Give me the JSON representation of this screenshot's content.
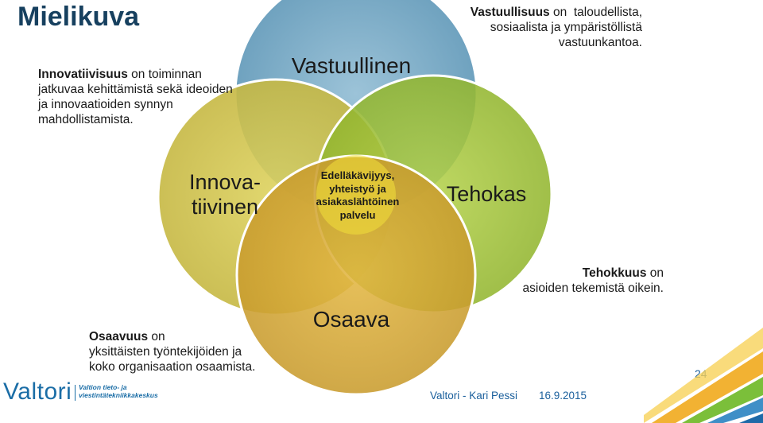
{
  "slide": {
    "title": "Mielikuva",
    "page_number": "24"
  },
  "circles": {
    "top": {
      "label": "Vastuullinen",
      "color": "#7faec8"
    },
    "left": {
      "label_line1": "Innova-",
      "label_line2": "tiivinen",
      "color": "#cfc24f"
    },
    "right": {
      "label": "Tehokas",
      "color": "#9fc23b"
    },
    "bottom": {
      "label": "Osaava",
      "color": "#d7a83a"
    },
    "center": {
      "line1": "Edelläkävijyys,",
      "line2": "yhteistyö ja",
      "line3": "asiakaslähtöinen",
      "line4": "palvelu"
    }
  },
  "notes": {
    "innovatiivisuus": {
      "term": "Innovatiivisuus",
      "text": " on toiminnan jatkuvaa kehittämistä sekä ideoiden ja innovaatioiden synnyn mahdollistamista."
    },
    "vastuullisuus": {
      "term": "Vastuullisuus",
      "text_line1": " on  taloudellista,",
      "text_line2": "sosiaalista ja ympäristöllistä",
      "text_line3": "vastuunkantoa."
    },
    "tehokkuus": {
      "term": "Tehokkuus",
      "text_line1": " on",
      "text_line2": "asioiden tekemistä oikein."
    },
    "osaavuus": {
      "term": "Osaavuus",
      "text_line1": " on",
      "text_line2": "yksittäisten työntekijöiden ja",
      "text_line3": "koko organisaation osaamista."
    }
  },
  "logo": {
    "name": "Valtori",
    "sub_line1": "Valtion tieto- ja",
    "sub_line2": "viestintätekniikkakeskus"
  },
  "footer": {
    "author": "Valtori - Kari Pessi",
    "date": "16.9.2015"
  }
}
